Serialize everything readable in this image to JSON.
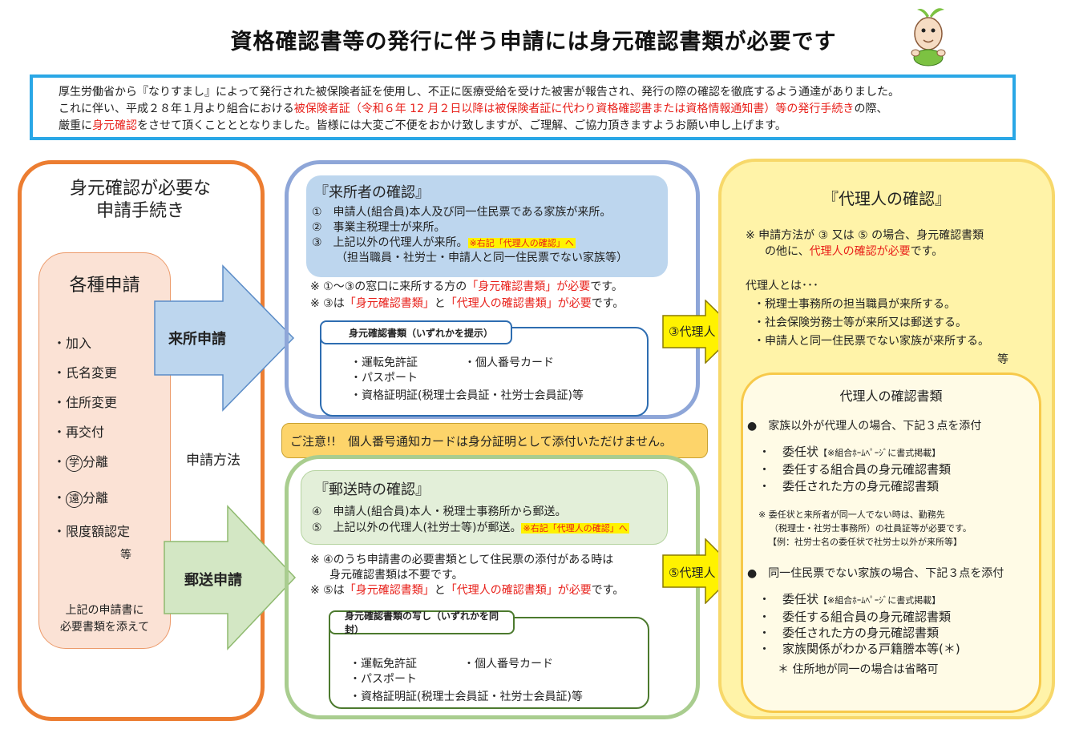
{
  "title": "資格確認書等の発行に伴う申請には身元確認書類が必要です",
  "notice": {
    "line1": "厚生労働省から『なりすまし』によって発行された被保険者証を使用し、不正に医療受給を受けた被害が報告され、発行の際の確認を徹底するよう通達がありました。",
    "line2_a": "これに伴い、平成２８年１月より組合における",
    "line2_red": "被保険者証（令和６年 12 月２日以降は被保険者証に代わり資格確認書または資格情報通知書）等の発行手続き",
    "line2_b": "の際、",
    "line3_a": "厳重に",
    "line3_red": "身元確認",
    "line3_b": "をさせて頂くことととなりました。皆様には大変ご不便をおかけ致しますが、ご理解、ご協力頂きますようお願い申し上げます。"
  },
  "left": {
    "heading_l1": "身元確認が必要な",
    "heading_l2": "申請手続き",
    "card_title": "各種申請",
    "items": [
      "・加入",
      "・氏名変更",
      "・住所変更",
      "・再交付"
    ],
    "item_gaku_prefix": "・",
    "item_gaku_char": "学",
    "item_gaku_suffix": "分離",
    "item_en_prefix": "・",
    "item_en_char": "遠",
    "item_en_suffix": "分離",
    "item_gendo": "・限度額認定",
    "etc": "等",
    "footer_l1": "上記の申請書に",
    "footer_l2": "必要書類を添えて",
    "method_label": "申請方法",
    "arrow_visit": "来所申請",
    "arrow_mail": "郵送申請"
  },
  "visit": {
    "title": "『来所者の確認』",
    "item1": "①　申請人(組合員)本人及び同一住民票である家族が来所。",
    "item2": "②　事業主税理士が来所。",
    "item3": "③　上記以外の代理人が来所。",
    "item3_note": "※右記「代理人の確認」へ",
    "item3_sub": "（担当職員・社労士・申請人と同一住民票でない家族等）",
    "note1_a": "※ ①～③の窓口に来所する方の",
    "note1_red": "「身元確認書類」が必要",
    "note1_b": "です。",
    "note2_a": "※ ③は",
    "note2_red1": "「身元確認書類」",
    "note2_mid": "と",
    "note2_red2": "「代理人の確認書類」が必要",
    "note2_b": "です。",
    "docs_title": "身元確認書類（いずれかを提示）",
    "doc1": "・運転免許証",
    "doc2": "・個人番号カード",
    "doc3": "・パスポート",
    "doc4": "・資格証明証(税理士会員証・社労士会員証)等"
  },
  "caution": "ご注意!!　個人番号通知カードは身分証明として添付いただけません。",
  "mail": {
    "title": "『郵送時の確認』",
    "item4": "④　申請人(組合員)本人・税理士事務所から郵送。",
    "item5": "⑤　上記以外の代理人(社労士等)が郵送。",
    "item5_note": "※右記「代理人の確認」へ",
    "note1_l1": "※ ④のうち申請書の必要書類として住民票の添付がある時は",
    "note1_l2": "身元確認書類は不要です。",
    "note2_a": "※ ⑤は",
    "note2_red1": "「身元確認書類」",
    "note2_mid": "と",
    "note2_red2": "「代理人の確認書類」が必要",
    "note2_b": "です。",
    "docs_title": "身元確認書類の写し（いずれかを同封）",
    "doc1": "・運転免許証",
    "doc2": "・個人番号カード",
    "doc3": "・パスポート",
    "doc4": "・資格証明証(税理士会員証・社労士会員証)等"
  },
  "arrows": {
    "agent3": "③代理人",
    "agent5": "⑤代理人"
  },
  "agent": {
    "title": "『代理人の確認』",
    "note_a": "※ 申請方法が ③ 又は ⑤ の場合、身元確認書類",
    "note_b_a": "の他に、",
    "note_b_red": "代理人の確認が必要",
    "note_b_b": "です。",
    "def_title": "代理人とは･･･",
    "def1": "・税理士事務所の担当職員が来所する。",
    "def2": "・社会保険労務士等が来所又は郵送する。",
    "def3": "・申請人と同一住民票でない家族が来所する。",
    "def_etc": "等",
    "docs_title": "代理人の確認書類",
    "case1": "●　家族以外が代理人の場合、下記３点を添付",
    "case1_i1": "・　委任状",
    "case1_i1_note": "【※組合ﾎｰﾑﾍﾟｰｼﾞに書式掲載】",
    "case1_i2": "・　委任する組合員の身元確認書類",
    "case1_i3": "・　委任された方の身元確認書類",
    "remark_l1": "※ 委任状と来所者が同一人でない時は、勤務先",
    "remark_l2": "（税理士・社労士事務所）の社員証等が必要です。",
    "remark_l3": "【例：社労士名の委任状で社労士以外が来所等】",
    "case2": "●　同一住民票でない家族の場合、下記３点を添付",
    "case2_i1": "・　委任状",
    "case2_i1_note": "【※組合ﾎｰﾑﾍﾟｰｼﾞに書式掲載】",
    "case2_i2": "・　委任する組合員の身元確認書類",
    "case2_i3": "・　委任された方の身元確認書類",
    "case2_i4": "・　家族関係がわかる戸籍謄本等(＊)",
    "case2_foot": "＊ 住所地が同一の場合は省略可"
  },
  "colors": {
    "notice_border": "#2aa7e6",
    "left_border": "#ec7d31",
    "visit_border": "#8ea6d8",
    "mail_border": "#a9cd8f",
    "agent_fill": "#fff3a8",
    "caution_fill": "#fdd46a",
    "accent_red": "#e8201a",
    "arrow_yellow": "#fff200"
  }
}
